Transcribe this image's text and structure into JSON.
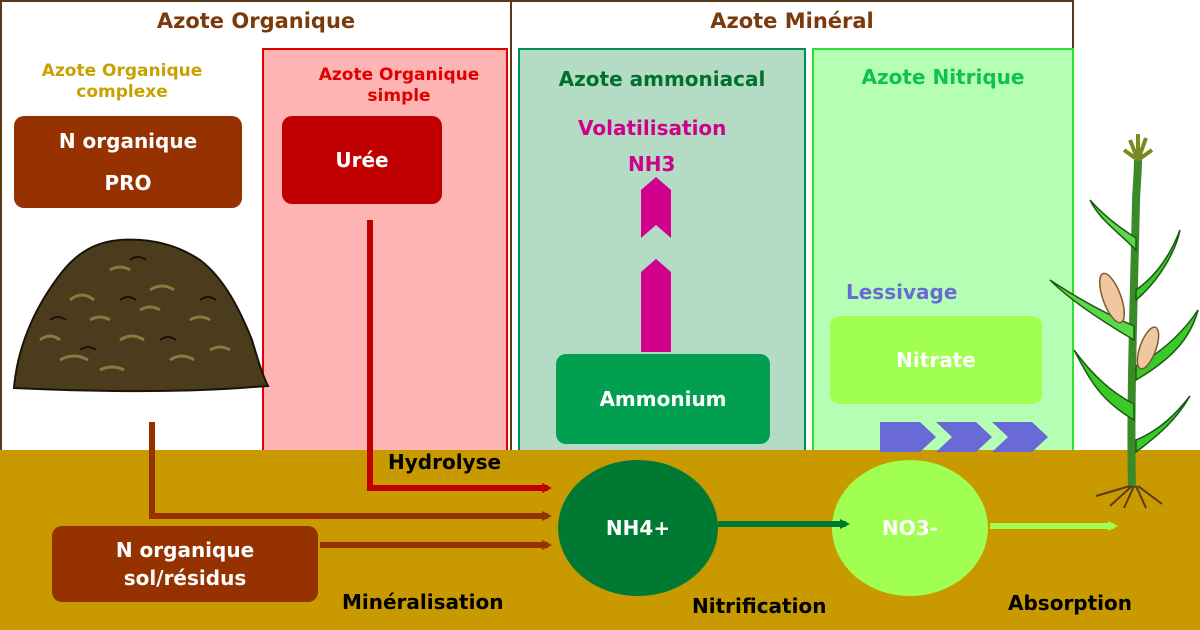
{
  "headers": {
    "organic": "Azote Organique",
    "mineral": "Azote Minéral"
  },
  "columns": {
    "complex": "Azote Organique complexe",
    "simple": "Azote Organique simple",
    "ammoniacal": "Azote ammoniacal",
    "nitric": "Azote Nitrique"
  },
  "boxes": {
    "pro_line1": "N organique",
    "pro_line2": "PRO",
    "uree": "Urée",
    "ammonium": "Ammonium",
    "nitrate": "Nitrate",
    "soil_line1": "N organique",
    "soil_line2": "sol/résidus"
  },
  "circles": {
    "nh4": "NH4+",
    "no3": "NO3-"
  },
  "processes": {
    "volatilisation": "Volatilisation",
    "nh3": "NH3",
    "lessivage": "Lessivage",
    "hydrolyse": "Hydrolyse",
    "mineralisation": "Minéralisation",
    "nitrification": "Nitrification",
    "absorption": "Absorption"
  },
  "colors": {
    "soil": "#c99a00",
    "organic_brown": "#963200",
    "uree_red": "#c00000",
    "simple_bg": "#ffb4b4",
    "ammoniacal_bg": "#b4dcc4",
    "nitric_bg": "#b4ffb4",
    "ammonium_green": "#00a050",
    "nh4_green": "#007a32",
    "nitrate_lime": "#a0ff50",
    "magenta": "#d0008c",
    "lessivage_blue": "#6a6ad6"
  }
}
